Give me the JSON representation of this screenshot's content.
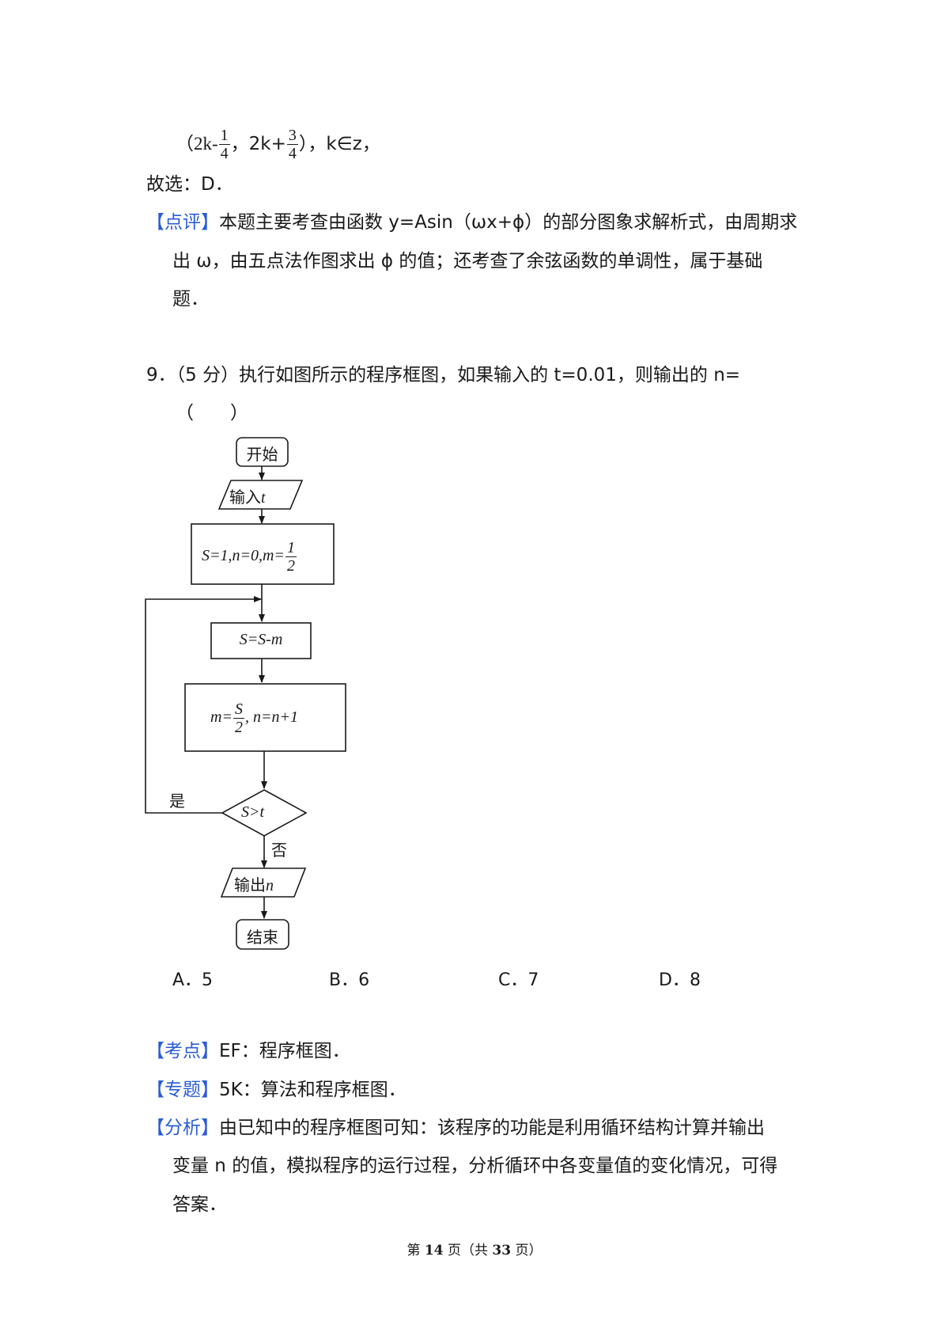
{
  "interval_line": {
    "open": "（",
    "a_prefix": "2k-",
    "a_num": "1",
    "a_den": "4",
    "sep": "，",
    "b_prefix": "2k+",
    "b_num": "3",
    "b_den": "4",
    "close": "），k∈z，"
  },
  "choice_line": "故选：D．",
  "review": {
    "tag": "【点评】",
    "line1": "本题主要考查由函数 y=Asin（ωx+ϕ）的部分图象求解析式，由周期求",
    "line2": "出 ω，由五点法作图求出 ϕ 的值；还考查了余弦函数的单调性，属于基础",
    "line3": "题．"
  },
  "question": {
    "number": "9．",
    "text": "（5 分）执行如图所示的程序框图，如果输入的 t=0.01，则输出的 n=",
    "blank": "（　　）"
  },
  "flowchart": {
    "start": "开始",
    "input_label": "输入",
    "input_var": "t",
    "init_text": "S=1,n=0,m=",
    "init_num": "1",
    "init_den": "2",
    "step1": "S=S-m",
    "step2_prefix": "m=",
    "step2_num": "S",
    "step2_den": "2",
    "step2_suffix": ", n=n+1",
    "condition": "S>t",
    "yes": "是",
    "no": "否",
    "output_label": "输出",
    "output_var": "n",
    "end": "结束"
  },
  "options": [
    {
      "label": "A．5"
    },
    {
      "label": "B．6"
    },
    {
      "label": "C．7"
    },
    {
      "label": "D．8"
    }
  ],
  "kaodian": {
    "tag": "【考点】",
    "text": "EF：程序框图．"
  },
  "zhuanti": {
    "tag": "【专题】",
    "text": "5K：算法和程序框图．"
  },
  "fenxi": {
    "tag": "【分析】",
    "line1": "由已知中的程序框图可知：该程序的功能是利用循环结构计算并输出",
    "line2": "变量 n 的值，模拟程序的运行过程，分析循环中各变量值的变化情况，可得",
    "line3": "答案．"
  },
  "footer": {
    "prefix": "第 ",
    "page": "14",
    "middle": " 页（共 ",
    "total": "33",
    "suffix": " 页）"
  },
  "colors": {
    "accent": "#2a5cd6",
    "text": "#1a1a1a"
  }
}
